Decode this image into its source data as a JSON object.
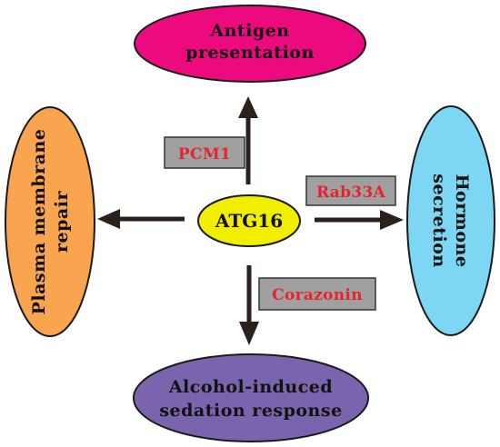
{
  "center": {
    "label": "ATG16",
    "color": "#f2ee00"
  },
  "nodes": {
    "top": {
      "lines": [
        "Antigen",
        "presentation"
      ],
      "color": "#ec0a7e"
    },
    "left": {
      "lines": [
        "Plasma membrane",
        "repair"
      ],
      "color": "#f9a44e"
    },
    "right": {
      "lines": [
        "Hormone",
        "secretion"
      ],
      "color": "#7dd6f4"
    },
    "bottom": {
      "lines": [
        "Alcohol-induced",
        "sedation response"
      ],
      "color": "#7a64ad"
    }
  },
  "mediators": {
    "top": "PCM1",
    "right": "Rab33A",
    "bottom": "Corazonin"
  },
  "colors": {
    "mediator_box": "#a0a0a0",
    "mediator_text": "#e8232b",
    "arrow": "#2a201c",
    "outline": "#1a1a1a"
  }
}
